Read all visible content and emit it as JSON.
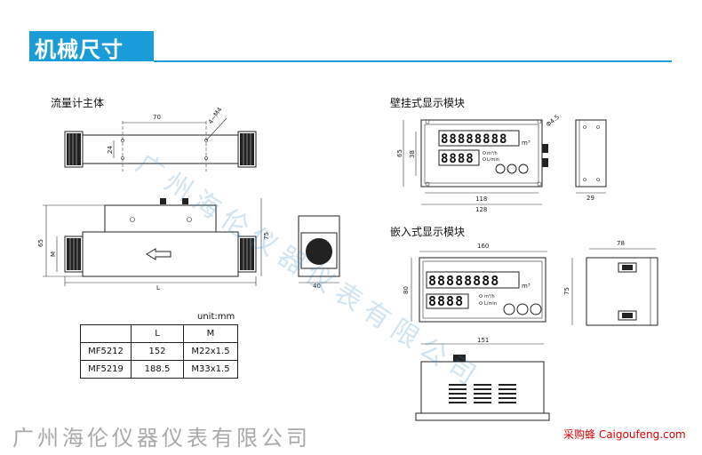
{
  "header": {
    "title": "机械尺寸"
  },
  "sections": {
    "flowmeter_body": "流量计主体",
    "wall_display": "壁挂式显示模块",
    "embedded_display": "嵌入式显示模块"
  },
  "dimensions": {
    "top_view_length": "70",
    "top_view_thread": "4~M4",
    "top_view_height": "24",
    "side_height": "65",
    "side_height2": "75",
    "side_m": "M",
    "side_l": "L",
    "end_width": "40",
    "wall_h1": "65",
    "wall_h2": "38",
    "wall_w1": "118",
    "wall_w2": "128",
    "wall_hole": "Φ4.5",
    "wall_depth": "29",
    "emb_w": "160",
    "emb_h": "80",
    "emb_h2": "75",
    "emb_side_w": "78",
    "emb_bottom_w": "151"
  },
  "spec_table": {
    "unit": "unit:mm",
    "headers": [
      "",
      "L",
      "M"
    ],
    "rows": [
      [
        "MF5212",
        "152",
        "M22x1.5"
      ],
      [
        "MF5219",
        "188.5",
        "M33x1.5"
      ]
    ]
  },
  "display": {
    "digits_top": "88888888",
    "digits_bottom": "8888",
    "unit_top": "m³",
    "unit_bottom1": "m³/h",
    "unit_bottom2": "L/min"
  },
  "footer": {
    "company": "广州海伦仪器仪表有限公司",
    "brand": "采购蜂 Caigoufeng.com"
  },
  "watermark": "广州海伦仪器仪表有限公司"
}
